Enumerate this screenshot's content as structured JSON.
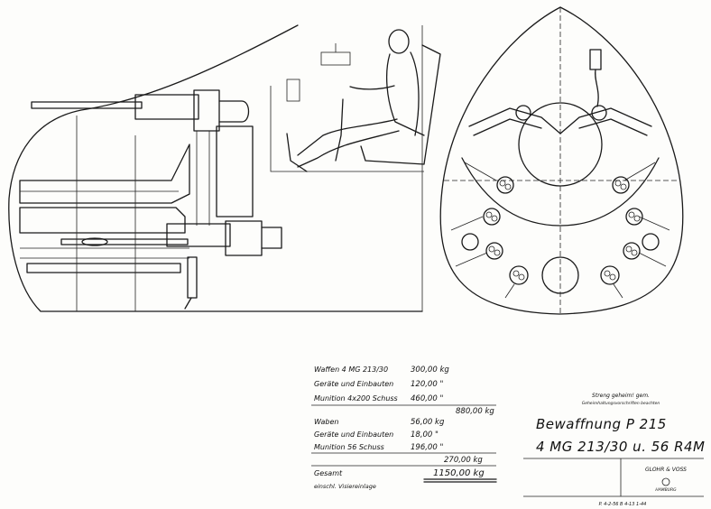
{
  "title_block": {
    "classification": "Streng geheim! gem.",
    "classification_note": "Geheimhaltungsvorschriften beachten",
    "title_line1": "Bewaffnung P 215",
    "title_line2": "4 MG 213/30 u. 56 R4M",
    "company": "GLOHR & VOSS",
    "company_city": "HAMBURG",
    "footer_ref": "P. 4-2-56    B 4-13  1-44"
  },
  "weights": {
    "group1": [
      {
        "label": "Waffen 4 MG 213/30",
        "value": "300,00 kg"
      },
      {
        "label": "Geräte und Einbauten",
        "value": "120,00 \""
      },
      {
        "label": "Munition 4x200 Schuss",
        "value": "460,00 \""
      }
    ],
    "group1_total": "880,00 kg",
    "group2": [
      {
        "label": "Waben",
        "value": "56,00 kg"
      },
      {
        "label": "Geräte und Einbauten",
        "value": "18,00 \""
      },
      {
        "label": "Munition 56 Schuss",
        "value": "196,00 \""
      }
    ],
    "group2_total": "270,00 kg",
    "grand_total_label": "Gesamt",
    "grand_total": "1150,00 kg",
    "footnote": "einschl. Visiereinlage"
  }
}
